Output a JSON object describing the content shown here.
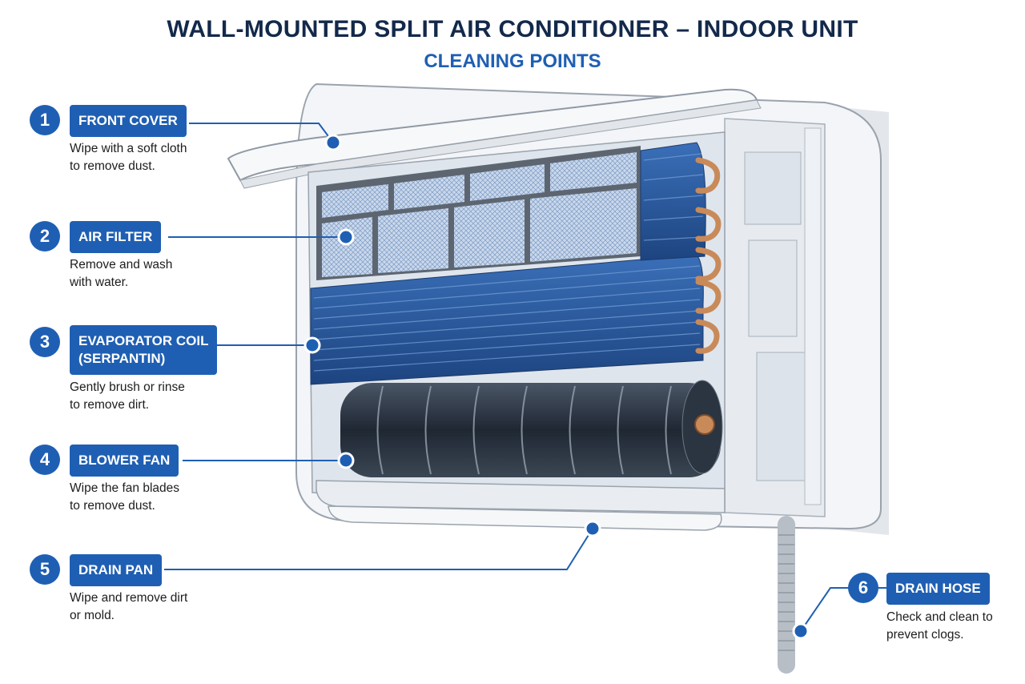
{
  "header": {
    "title": "WALL-MOUNTED SPLIT AIR CONDITIONER – INDOOR UNIT",
    "subtitle": "CLEANING POINTS"
  },
  "callouts": [
    {
      "number": "1",
      "label": "FRONT COVER",
      "desc_line1": "Wipe with a soft cloth",
      "desc_line2": "to remove dust."
    },
    {
      "number": "2",
      "label": "AIR FILTER",
      "desc_line1": "Remove and wash",
      "desc_line2": "with water."
    },
    {
      "number": "3",
      "label_line1": "EVAPORATOR COIL",
      "label_line2": "(SERPANTIN)",
      "desc_line1": "Gently brush or rinse",
      "desc_line2": "to remove dirt."
    },
    {
      "number": "4",
      "label": "BLOWER FAN",
      "desc_line1": "Wipe the fan blades",
      "desc_line2": "to remove dust."
    },
    {
      "number": "5",
      "label": "DRAIN PAN",
      "desc_line1": "Wipe and remove dirt",
      "desc_line2": "or mold."
    },
    {
      "number": "6",
      "label": "DRAIN HOSE",
      "desc_line1": "Check and clean to",
      "desc_line2": "prevent clogs."
    }
  ],
  "colors": {
    "title": "#13294b",
    "accent": "#1f5fb3",
    "coil": "#2a5a9e",
    "copper": "#c98a5a",
    "fan": "#2f3a48"
  }
}
